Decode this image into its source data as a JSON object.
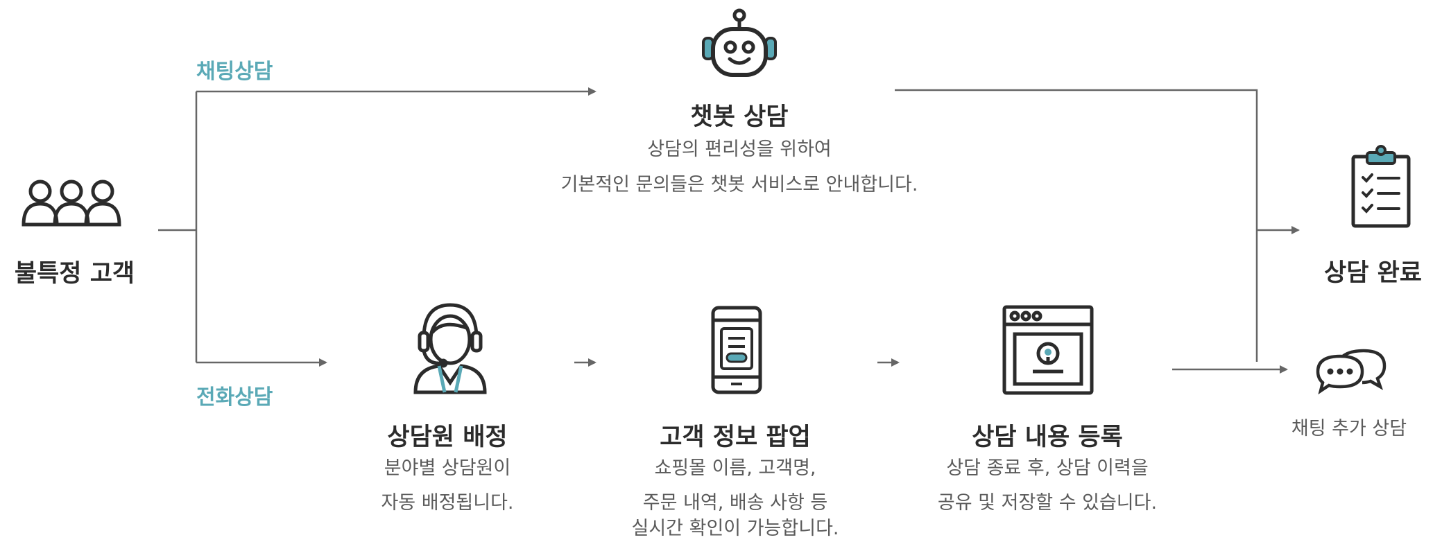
{
  "channels": {
    "chat": "채팅상담",
    "phone": "전화상담"
  },
  "start": {
    "title": "불특정 고객",
    "icon": "customers-group-icon"
  },
  "chatbot": {
    "title": "챗봇 상담",
    "desc_line1": "상담의 편리성을 위하여",
    "desc_line2": "기본적인 문의들은 챗봇 서비스로 안내합니다.",
    "icon": "robot-icon"
  },
  "steps": [
    {
      "title": "상담원 배정",
      "line1": "분야별 상담원이",
      "line2": "자동 배정됩니다.",
      "icon": "agent-headset-icon"
    },
    {
      "title": "고객 정보 팝업",
      "line1": "쇼핑몰 이름, 고객명,",
      "line2": "주문 내역, 배송 사항 등",
      "line3": "실시간 확인이 가능합니다.",
      "icon": "mobile-popup-icon"
    },
    {
      "title": "상담 내용 등록",
      "line1": "상담 종료 후, 상담 이력을",
      "line2": "공유 및 저장할 수 있습니다.",
      "icon": "browser-window-icon"
    }
  ],
  "end": {
    "title": "상담 완료",
    "icon": "clipboard-checklist-icon"
  },
  "extra": {
    "label": "채팅 추가 상담",
    "icon": "chat-bubbles-icon"
  },
  "colors": {
    "accent": "#5aa9b6",
    "line": "#666666",
    "icon": "#2b2b2b"
  }
}
